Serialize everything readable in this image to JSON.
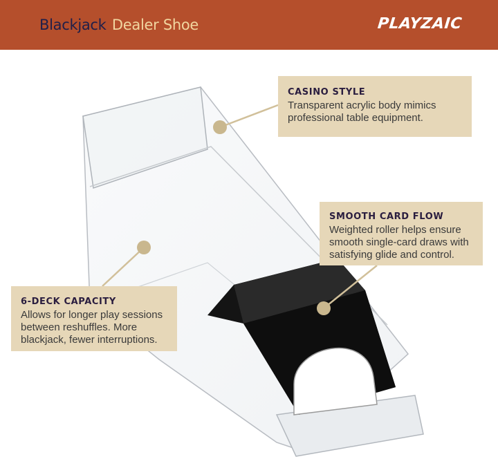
{
  "header": {
    "title_part1": "Blackjack",
    "title_part2": "Dealer Shoe",
    "brand": "PLAYZAIC"
  },
  "callouts": {
    "casino_style": {
      "heading": "CASINO STYLE",
      "body": "Transparent acrylic body mimics professional table equipment."
    },
    "smooth_card_flow": {
      "heading": "SMOOTH CARD FLOW",
      "body": "Weighted roller helps ensure smooth single-card draws with satisfying glide and control."
    },
    "deck_capacity": {
      "heading": "6-DECK CAPACITY",
      "body": "Allows for longer play sessions between reshuffles. More blackjack, fewer interruptions."
    }
  },
  "colors": {
    "header_bg": "#b54f2c",
    "title_dark": "#1f1f4a",
    "title_light": "#f1d6a0",
    "callout_bg": "#e6d7b8",
    "marker": "#c9b78e"
  }
}
